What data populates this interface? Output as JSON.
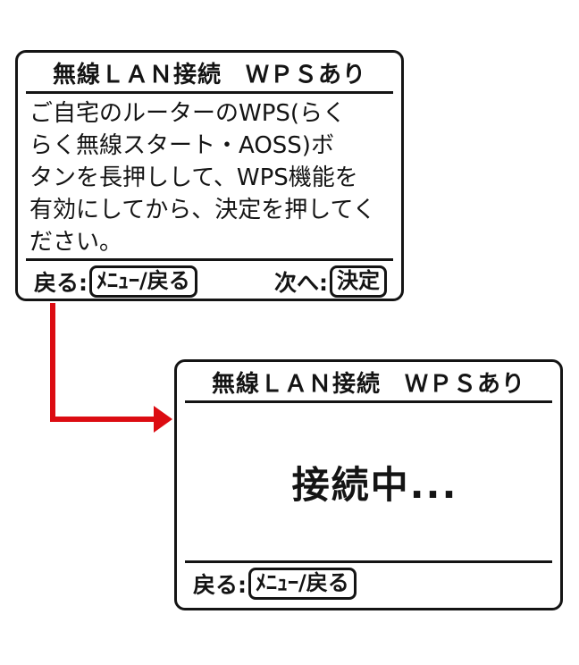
{
  "colors": {
    "ink": "#141414",
    "arrow_red": "#dc0c12",
    "screen_background": "#ffffff"
  },
  "screen1": {
    "title": "無線ＬＡＮ接続　ＷＰＳあり",
    "body_lines": [
      "ご自宅のルーターのWPS(らく",
      "らく無線スタート・AOSS)ボ",
      "タンを長押しして、WPS機能を",
      "有効にしてから、決定を押してく",
      "ださい。"
    ],
    "footer": {
      "back_label": "戻る:",
      "back_key": "ﾒﾆｭｰ/戻る",
      "next_label": "次へ:",
      "next_key": "決定"
    }
  },
  "screen2": {
    "title": "無線ＬＡＮ接続　ＷＰＳあり",
    "status_text": "接続中...",
    "footer": {
      "back_label": "戻る:",
      "back_key": "ﾒﾆｭｰ/戻る"
    }
  }
}
